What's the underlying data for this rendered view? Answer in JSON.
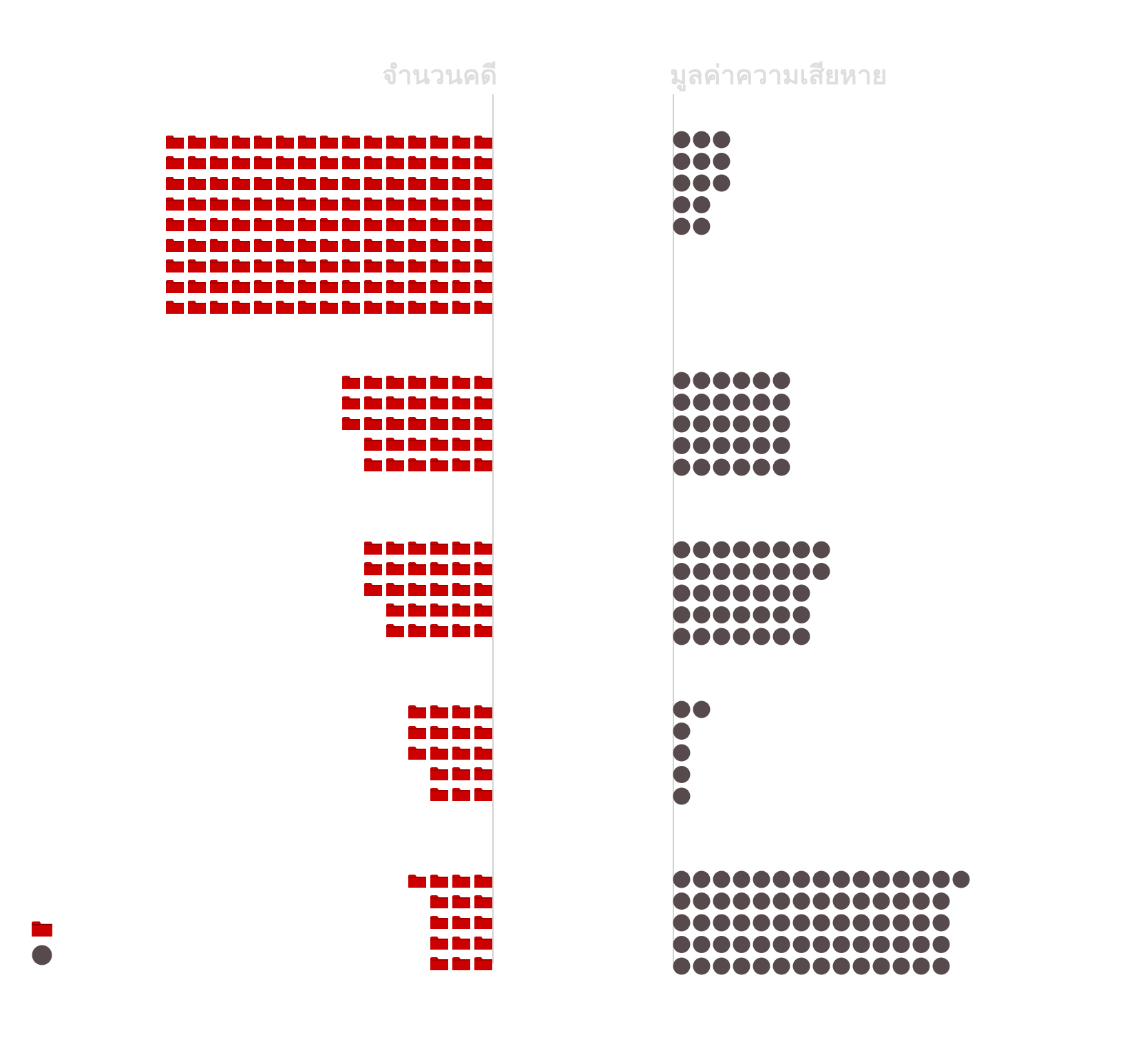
{
  "chart_data": {
    "type": "isotype",
    "columns": [
      {
        "title": "จำนวนคดี",
        "icon": "folder-icon",
        "color": "#cc0000"
      },
      {
        "title": "มูลค่าความเสียหาย",
        "icon": "circle-icon",
        "color": "#574a4d"
      }
    ],
    "groups": [
      {
        "cases": 135,
        "damage": 13
      },
      {
        "cases": 33,
        "damage": 30
      },
      {
        "cases": 28,
        "damage": 37
      },
      {
        "cases": 18,
        "damage": 6
      },
      {
        "cases": 16,
        "damage": 71
      }
    ],
    "legend": [
      {
        "icon": "folder-icon",
        "color": "#cc0000"
      },
      {
        "icon": "circle-icon",
        "color": "#574a4d"
      }
    ]
  }
}
